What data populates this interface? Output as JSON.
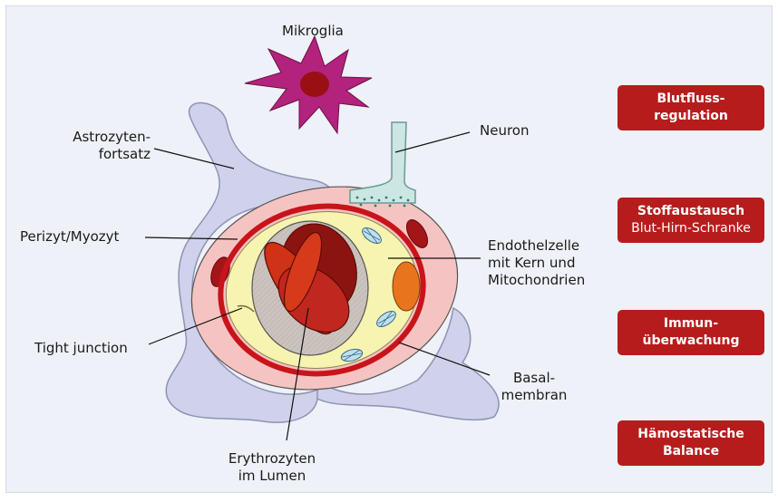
{
  "labels": {
    "mikroglia": "Mikroglia",
    "astrozyten": "Astrozyten-\nfortsatz",
    "neuron": "Neuron",
    "perizyt": "Perizyt/Myozyt",
    "endothel": "Endothelzelle\nmit Kern und\nMitochondrien",
    "tight": "Tight junction",
    "basal": "Basal-\nmembran",
    "erythro": "Erythrozyten\nim Lumen"
  },
  "functions": [
    {
      "bold": "Blutfluss-\nregulation",
      "normal": ""
    },
    {
      "bold": "Stoffaustausch",
      "normal": "Blut-Hirn-Schranke"
    },
    {
      "bold": "Immun-\nüberwachung",
      "normal": ""
    },
    {
      "bold": "Hämostatische\nBalance",
      "normal": ""
    }
  ],
  "colors": {
    "box": "#b71c1c",
    "astrocyte": "#cfd2ea",
    "pericyte": "#f5c4c2",
    "basement_membrane": "#c8141a",
    "endothelium": "#f7f3b0",
    "lumen": "#cbc4be",
    "erythrocyte": "#c0271e",
    "microglia": "#b3227c",
    "neuron": "#cce6e3"
  }
}
